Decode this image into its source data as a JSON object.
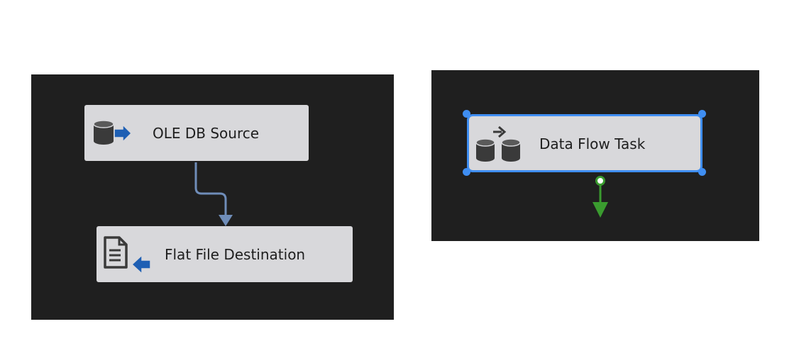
{
  "left_panel": {
    "components": {
      "source": {
        "label": "OLE DB Source",
        "icon": "database-source-icon"
      },
      "destination": {
        "label": "Flat File Destination",
        "icon": "flat-file-destination-icon"
      }
    },
    "path_color": "#6f8db9"
  },
  "right_panel": {
    "task": {
      "label": "Data Flow Task",
      "icon": "data-flow-task-icon",
      "selected": true
    },
    "selection_color": "#3f8ef2",
    "precedence_constraint_color": "#3a9b2f"
  },
  "colors": {
    "canvas_background": "#1f1f1f",
    "component_fill": "#d8d8db",
    "text": "#1e1e1e",
    "icon_dark": "#3a3a3a",
    "icon_blue": "#1e5fb4"
  }
}
